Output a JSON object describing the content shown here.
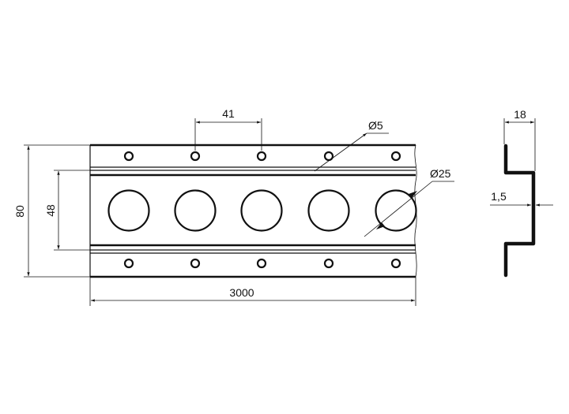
{
  "drawing": {
    "dimensions": {
      "hole_pitch": "41",
      "small_hole_diameter": "Ø5",
      "large_hole_diameter": "Ø25",
      "overall_height": "80",
      "inner_height": "48",
      "length": "3000",
      "profile_width": "18",
      "thickness": "1,5"
    },
    "small_holes_per_row": 5,
    "large_holes": 5
  }
}
